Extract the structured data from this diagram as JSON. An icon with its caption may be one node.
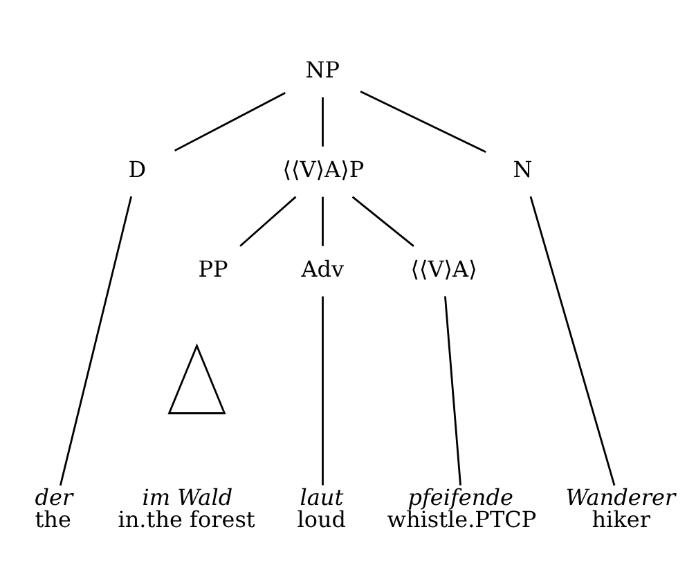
{
  "diagram": {
    "nodes": [
      {
        "text": [
          "NP"
        ]
      },
      {
        "text": [
          "D"
        ]
      },
      {
        "text": [
          "⟨⟨V⟩A⟩P"
        ]
      },
      {
        "text": [
          "N"
        ]
      },
      {
        "text": [
          "PP"
        ]
      },
      {
        "text": [
          "Adv"
        ]
      },
      {
        "text": [
          "⟨⟨V⟩A⟩"
        ]
      },
      {
        "text": [],
        "shape": "triangle"
      },
      {
        "text": [
          "der",
          "the"
        ]
      },
      {
        "text": [
          "im Wald",
          "in.the forest"
        ]
      },
      {
        "text": [
          "laut",
          "loud"
        ]
      },
      {
        "text": [
          "pfeifende",
          "whistle.PTCP"
        ]
      },
      {
        "text": [
          "Wanderer",
          "hiker"
        ]
      }
    ],
    "edges": [
      {
        "from": 0,
        "to": 1,
        "arrow": "none"
      },
      {
        "from": 0,
        "to": 2,
        "arrow": "none"
      },
      {
        "from": 0,
        "to": 3,
        "arrow": "none"
      },
      {
        "from": 2,
        "to": 4,
        "arrow": "none"
      },
      {
        "from": 2,
        "to": 5,
        "arrow": "none"
      },
      {
        "from": 2,
        "to": 6,
        "arrow": "none"
      },
      {
        "from": 1,
        "to": 8,
        "arrow": "none"
      },
      {
        "from": 5,
        "to": 10,
        "arrow": "none"
      },
      {
        "from": 6,
        "to": 11,
        "arrow": "none"
      },
      {
        "from": 3,
        "to": 12,
        "arrow": "none"
      }
    ]
  }
}
